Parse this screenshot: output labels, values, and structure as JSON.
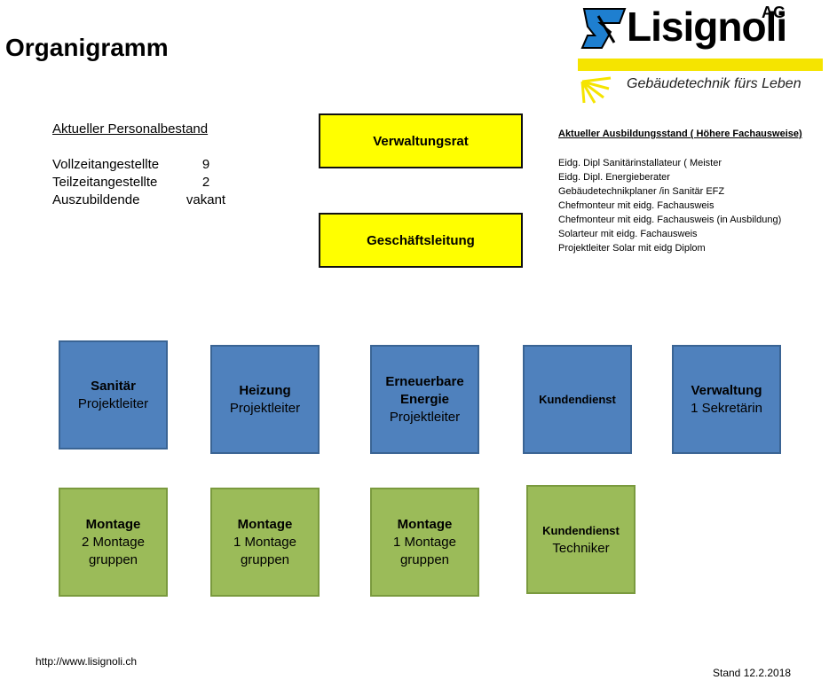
{
  "title": "Organigramm",
  "logo": {
    "word": "Lisignoli",
    "ag": "AG",
    "tagline": "Gebäudetechnik fürs Leben"
  },
  "staff": {
    "heading": "Aktueller Personalbestand",
    "rows": [
      {
        "label": "Vollzeitangestellte",
        "value": "9"
      },
      {
        "label": "Teilzeitangestellte",
        "value": "2"
      },
      {
        "label": "Auszubildende",
        "value": "vakant"
      }
    ]
  },
  "training": {
    "heading": "Aktueller Ausbildungsstand ( Höhere Fachausweise)",
    "items": [
      "Eidg. Dipl Sanitärinstallateur ( Meister",
      "Eidg. Dipl. Energieberater",
      "Gebäudetechnikplaner /in Sanitär EFZ",
      "Chefmonteur mit eidg. Fachausweis",
      "Chefmonteur mit eidg. Fachausweis (in Ausbildung)",
      "Solarteur mit eidg. Fachausweis",
      "Projektleiter Solar mit eidg Diplom"
    ]
  },
  "board": "Verwaltungsrat",
  "management": "Geschäftsleitung",
  "departments": [
    {
      "title": "Sanitär",
      "sub": "Projektleiter"
    },
    {
      "title": "Heizung",
      "sub": "Projektleiter"
    },
    {
      "title_line1": "Erneuerbare",
      "title_line2": "Energie",
      "sub": "Projektleiter"
    },
    {
      "title": "Kundendienst"
    },
    {
      "title": "Verwaltung",
      "sub": "1 Sekretärin"
    }
  ],
  "teams": [
    {
      "title": "Montage",
      "line1": "2 Montage",
      "line2": "gruppen"
    },
    {
      "title": "Montage",
      "line1": "1 Montage",
      "line2": "gruppen"
    },
    {
      "title": "Montage",
      "line1": "1 Montage",
      "line2": "gruppen"
    },
    {
      "title": "Kundendienst",
      "sub": "Techniker"
    }
  ],
  "footer": {
    "url": "http://www.lisignoli.ch",
    "date": "Stand 12.2.2018"
  },
  "colors": {
    "yellow": "#ffff00",
    "blue": "#4f81bd",
    "green": "#9bbb59",
    "logo_blue": "#1e7fd0"
  }
}
